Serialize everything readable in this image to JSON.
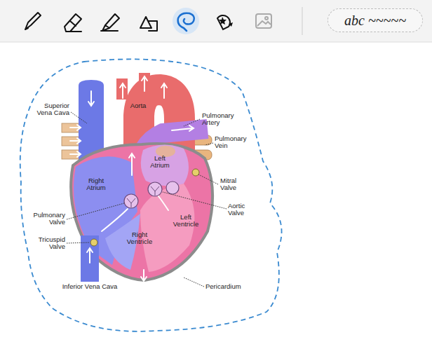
{
  "diagram": {
    "nodes": [
      {
        "text": [
          "abc ~~~~~"
        ]
      }
    ],
    "labels": [
      "Superior Vena Cava",
      "Aorta",
      "Pulmonary Artery",
      "Pulmonary Vein",
      "Left Atrium",
      "Right Atrium",
      "Mitral Valve",
      "Aortic Valve",
      "Pulmonary Valve",
      "Left Ventricle",
      "Right Ventricle",
      "Tricuspid Valve",
      "Inferior Vena Cava",
      "Pericardium"
    ]
  }
}
